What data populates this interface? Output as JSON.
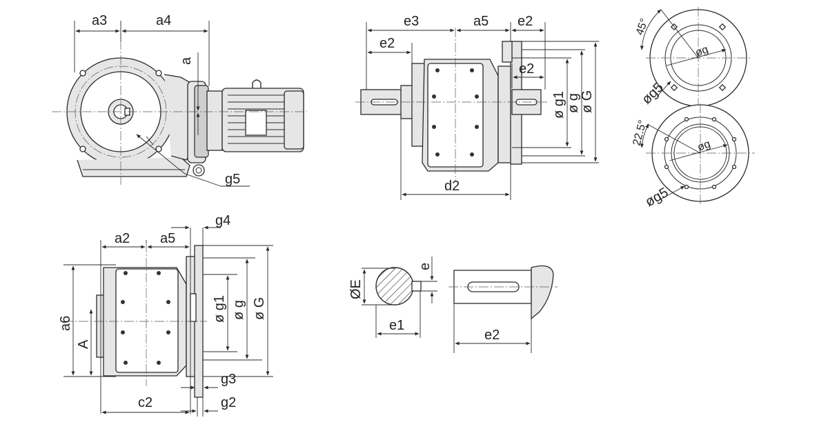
{
  "labels": {
    "a3": "a3",
    "a4": "a4",
    "a": "a",
    "g5_front": "g5",
    "e3": "e3",
    "a5_top": "a5",
    "e2_top_right": "e2",
    "e2_top_left": "e2",
    "e2_inner": "e2",
    "phi_g1_top": "ø g1",
    "phi_g_top": "ø g",
    "phi_G_top": "ø G",
    "d2": "d2",
    "deg45": "45°",
    "phi_g_flange1": "øg",
    "phi_g5_flange1": "øg5",
    "deg22_5": "22.5°",
    "phi_g_flange2": "øg",
    "phi_g5_flange2": "øg5",
    "g4": "g4",
    "a2": "a2",
    "a5_bottom": "a5",
    "a6": "a6",
    "A": "A",
    "phi_g1_bottom": "ø g1",
    "phi_g_bottom": "ø g",
    "phi_G_bottom": "ø G",
    "g3": "g3",
    "c2": "c2",
    "g2": "g2",
    "phi_E": "ØE",
    "e": "e",
    "e1": "e1",
    "e2_shaft": "e2"
  }
}
